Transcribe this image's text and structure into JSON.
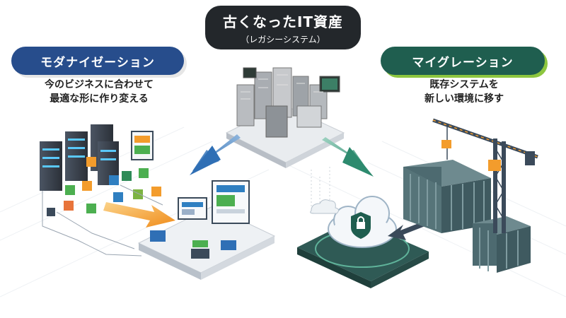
{
  "center": {
    "title": "古くなったIT資産",
    "subtitle": "（レガシーシステム）"
  },
  "left": {
    "heading": "モダナイゼーション",
    "desc_line1": "今のビジネスに合わせて",
    "desc_line2": "最適な形に作り変える"
  },
  "right": {
    "heading": "マイグレーション",
    "desc_line1": "既存システムを",
    "desc_line2": "新しい環境に移す"
  },
  "colors": {
    "dark_pill": "#23272b",
    "left_accent": "#274d8c",
    "right_accent": "#1f5e4f",
    "right_shadow": "#8dc63f",
    "arrow_left": "#2f7fc1",
    "arrow_right": "#2d8a6e",
    "orange": "#f39c2c"
  },
  "icons": [
    "server-rack-icon",
    "cloud-lock-icon",
    "crane-icon",
    "shipping-container-icon",
    "laptop-icon",
    "monitor-icon"
  ]
}
